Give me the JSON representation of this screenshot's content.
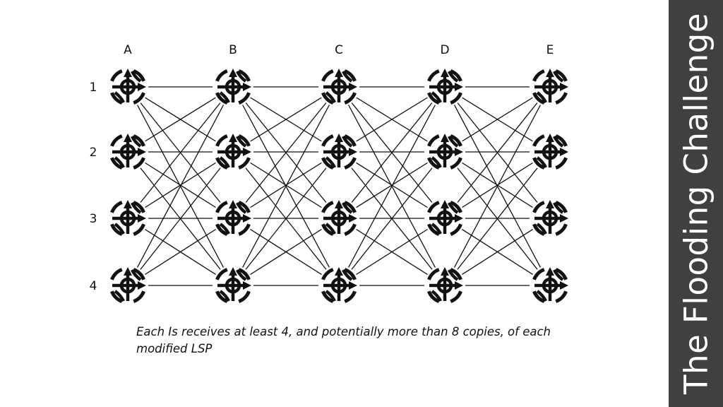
{
  "diagram": {
    "columns": [
      "A",
      "B",
      "C",
      "D",
      "E"
    ],
    "rows": [
      "1",
      "2",
      "3",
      "4"
    ],
    "node_icon": "router-icon",
    "topology": "full-mesh-between-adjacent-columns"
  },
  "caption": "Each Is receives at least 4, and potentially more than 8 copies, of each modified LSP",
  "sidebar": {
    "title": "The Flooding Challenge"
  },
  "colors": {
    "sidebar_bg": "#404040",
    "ink": "#111111",
    "background": "#ffffff"
  }
}
